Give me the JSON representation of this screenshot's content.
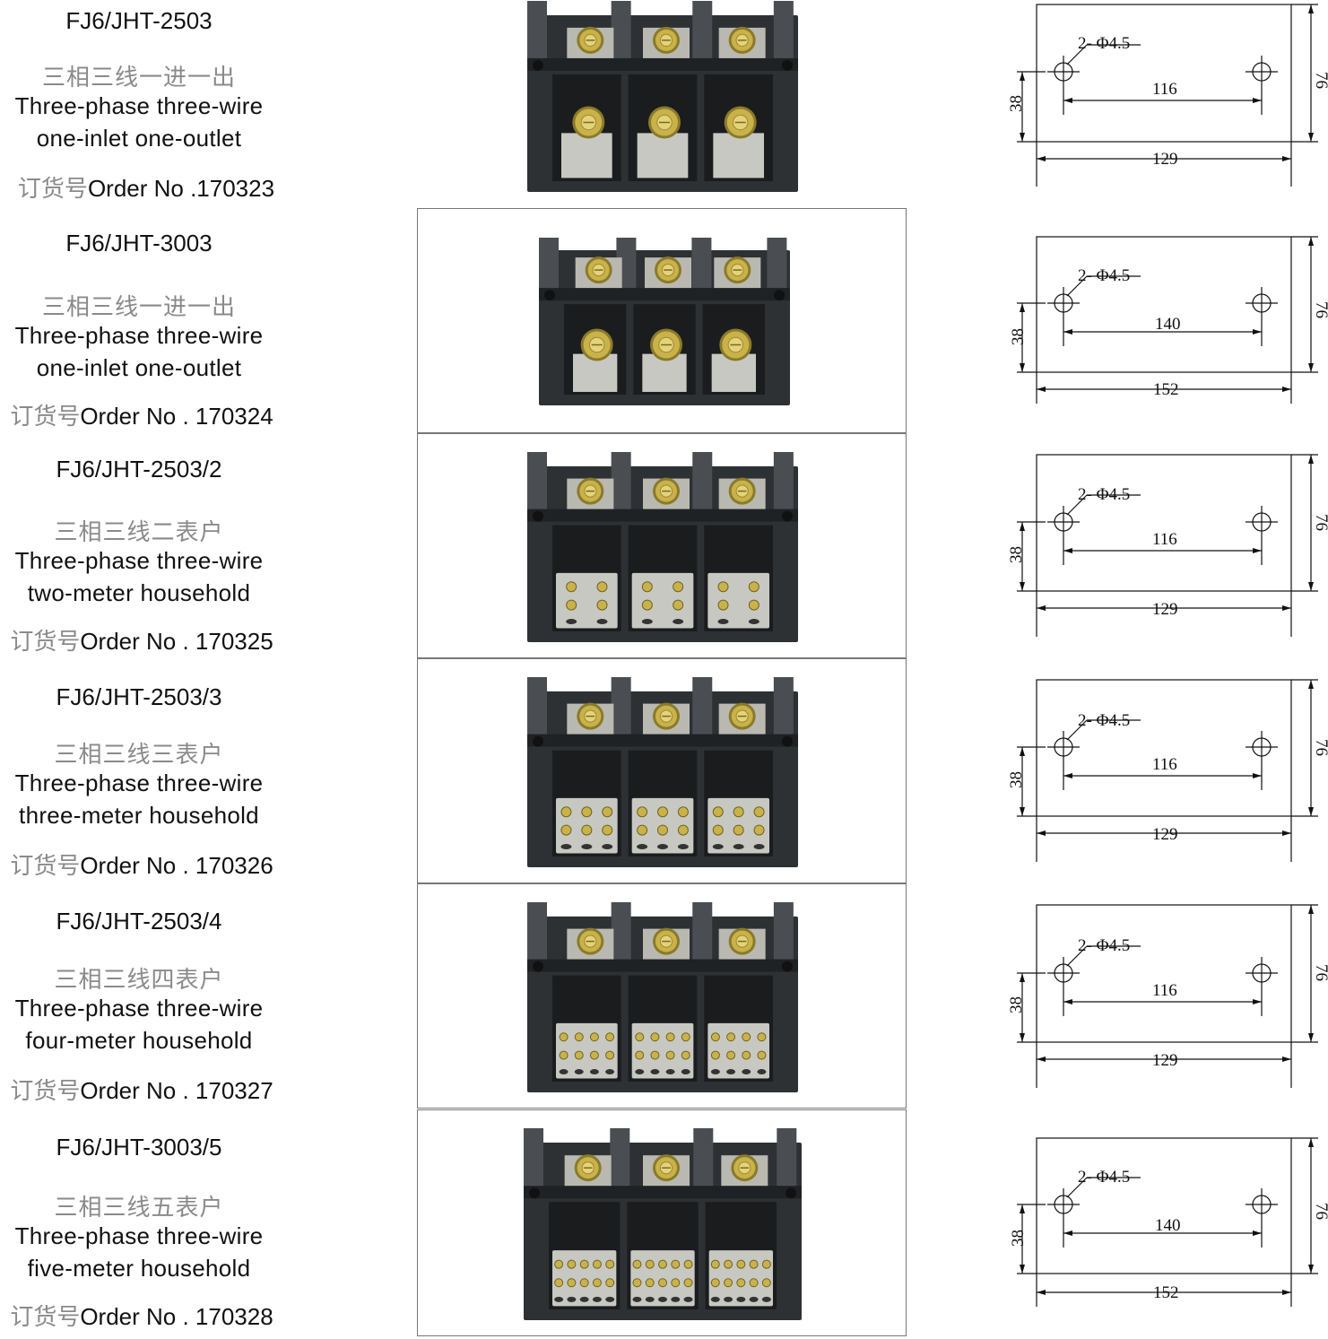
{
  "products": [
    {
      "model": "FJ6/JHT-2503",
      "name_cn": "三相三线一进一出",
      "name_en_line1": "Three-phase three-wire",
      "name_en_line2": "one-inlet one-outlet",
      "order_prefix": "订货号",
      "order_text": "Order No .170323",
      "terminal_style": "bolt",
      "drawing": {
        "holes": "2- Φ4.5",
        "hole_spacing": "116",
        "width": "129",
        "height": "76",
        "offset": "38"
      }
    },
    {
      "model": "FJ6/JHT-3003",
      "name_cn": "三相三线一进一出",
      "name_en_line1": "Three-phase three-wire",
      "name_en_line2": "one-inlet one-outlet",
      "order_prefix": "订货号",
      "order_text": "Order No . 170324",
      "terminal_style": "bolt",
      "drawing": {
        "holes": "2- Φ4.5",
        "hole_spacing": "140",
        "width": "152",
        "height": "76",
        "offset": "38"
      }
    },
    {
      "model": "FJ6/JHT-2503/2",
      "name_cn": "三相三线二表户",
      "name_en_line1": "Three-phase three-wire",
      "name_en_line2": "two-meter household",
      "order_prefix": "订货号",
      "order_text": "Order No . 170325",
      "terminal_style": "2-meter",
      "drawing": {
        "holes": "2- Φ4.5",
        "hole_spacing": "116",
        "width": "129",
        "height": "76",
        "offset": "38"
      }
    },
    {
      "model": "FJ6/JHT-2503/3",
      "name_cn": "三相三线三表户",
      "name_en_line1": "Three-phase three-wire",
      "name_en_line2": "three-meter household",
      "order_prefix": "订货号",
      "order_text": "Order No . 170326",
      "terminal_style": "3-meter",
      "drawing": {
        "holes": "2- Φ4.5",
        "hole_spacing": "116",
        "width": "129",
        "height": "76",
        "offset": "38"
      }
    },
    {
      "model": "FJ6/JHT-2503/4",
      "name_cn": "三相三线四表户",
      "name_en_line1": "Three-phase three-wire",
      "name_en_line2": "four-meter household",
      "order_prefix": "订货号",
      "order_text": "Order No . 170327",
      "terminal_style": "4-meter",
      "drawing": {
        "holes": "2- Φ4.5",
        "hole_spacing": "116",
        "width": "129",
        "height": "76",
        "offset": "38"
      }
    },
    {
      "model": "FJ6/JHT-3003/5",
      "name_cn": "三相三线五表户",
      "name_en_line1": "Three-phase three-wire",
      "name_en_line2": "five-meter household",
      "order_prefix": "订货号",
      "order_text": "Order No . 170328",
      "terminal_style": "5-meter",
      "drawing": {
        "holes": "2- Φ4.5",
        "hole_spacing": "140",
        "width": "152",
        "height": "76",
        "offset": "38"
      }
    }
  ],
  "colors": {
    "housing": "#2e3134",
    "housing_light": "#4a4e52",
    "brass": "#c9b24a",
    "brass_dark": "#8a7a2a",
    "nickel": "#c8c8c2",
    "frame": "#777777"
  }
}
